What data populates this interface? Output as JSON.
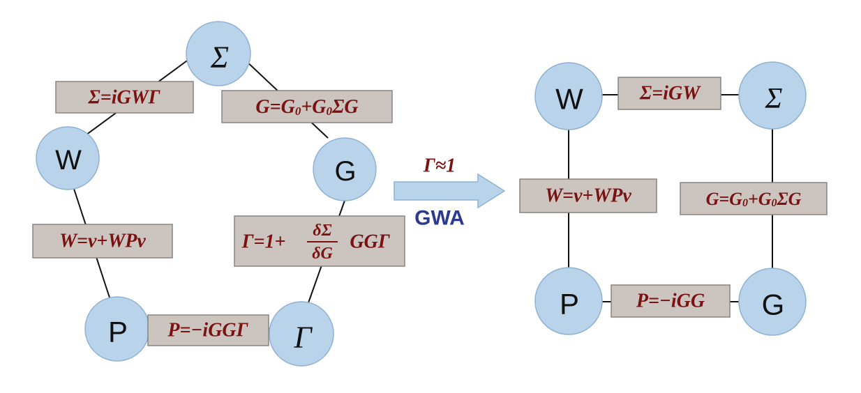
{
  "left_cycle": {
    "nodes": {
      "sigma": "Σ",
      "w": "W",
      "g": "G",
      "p": "P",
      "gamma": "Γ"
    },
    "equations": {
      "sigma_eq": "Σ=iGWΓ",
      "g_eq_main": "G=G",
      "g_eq_sub1": "0",
      "g_eq_plus": "+G",
      "g_eq_sub2": "0",
      "g_eq_tail": "ΣG",
      "w_eq": "W=v+WPv",
      "gamma_eq_prefix": "Γ=1+",
      "gamma_eq_num": "δΣ",
      "gamma_eq_den": "δG",
      "gamma_eq_tail": "GGΓ",
      "p_eq": "P=−iGGΓ"
    }
  },
  "transition": {
    "condition": "Γ≈1",
    "label": "GWA"
  },
  "right_cycle": {
    "nodes": {
      "w": "W",
      "sigma": "Σ",
      "p": "P",
      "g": "G"
    },
    "equations": {
      "sigma_eq": "Σ=iGW",
      "w_eq": "W=v+WPv",
      "g_eq_main": "G=G",
      "g_eq_sub1": "0",
      "g_eq_plus": "+G",
      "g_eq_sub2": "0",
      "g_eq_tail": "ΣG",
      "p_eq": "P=−iGG"
    }
  },
  "colors": {
    "node_fill": "#b9d3ea",
    "box_fill": "#ccc5bf",
    "equation_text": "#7a1212",
    "gwa_text": "#2b3a8c"
  }
}
